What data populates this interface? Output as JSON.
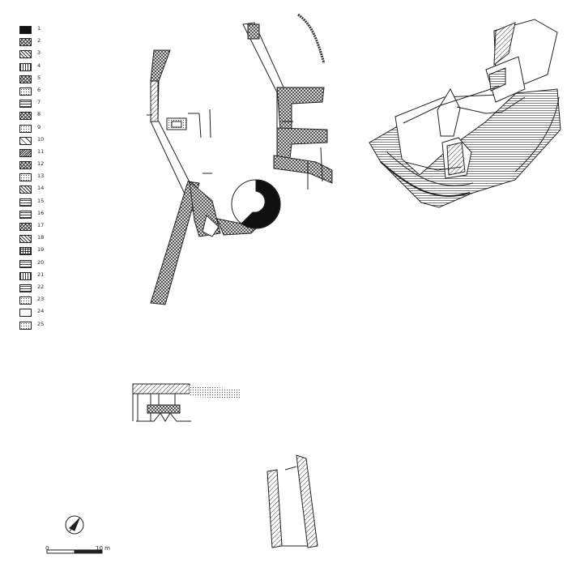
{
  "legend": {
    "items": [
      {
        "number": "1",
        "pattern": "solid"
      },
      {
        "number": "2",
        "pattern": "crosshatch"
      },
      {
        "number": "3",
        "pattern": "diag"
      },
      {
        "number": "4",
        "pattern": "vert"
      },
      {
        "number": "5",
        "pattern": "crosshatch"
      },
      {
        "number": "6",
        "pattern": "dots"
      },
      {
        "number": "7",
        "pattern": "hlines"
      },
      {
        "number": "8",
        "pattern": "crosshatch"
      },
      {
        "number": "9",
        "pattern": "dots"
      },
      {
        "number": "10",
        "pattern": "diag-sparse"
      },
      {
        "number": "11",
        "pattern": "diag-dense"
      },
      {
        "number": "12",
        "pattern": "crosshatch"
      },
      {
        "number": "13",
        "pattern": "dots"
      },
      {
        "number": "14",
        "pattern": "diag"
      },
      {
        "number": "15",
        "pattern": "hlines"
      },
      {
        "number": "16",
        "pattern": "hlines"
      },
      {
        "number": "17",
        "pattern": "crosshatch"
      },
      {
        "number": "18",
        "pattern": "diag"
      },
      {
        "number": "19",
        "pattern": "grid"
      },
      {
        "number": "20",
        "pattern": "hlines"
      },
      {
        "number": "21",
        "pattern": "vert"
      },
      {
        "number": "22",
        "pattern": "hlines"
      },
      {
        "number": "23",
        "pattern": "dots"
      },
      {
        "number": "24",
        "pattern": "plain"
      },
      {
        "number": "25",
        "pattern": "dots"
      }
    ]
  },
  "scale_bar": {
    "start_label": "0",
    "end_label": "10 m"
  },
  "compass": {
    "icon": "north-arrow-icon"
  }
}
